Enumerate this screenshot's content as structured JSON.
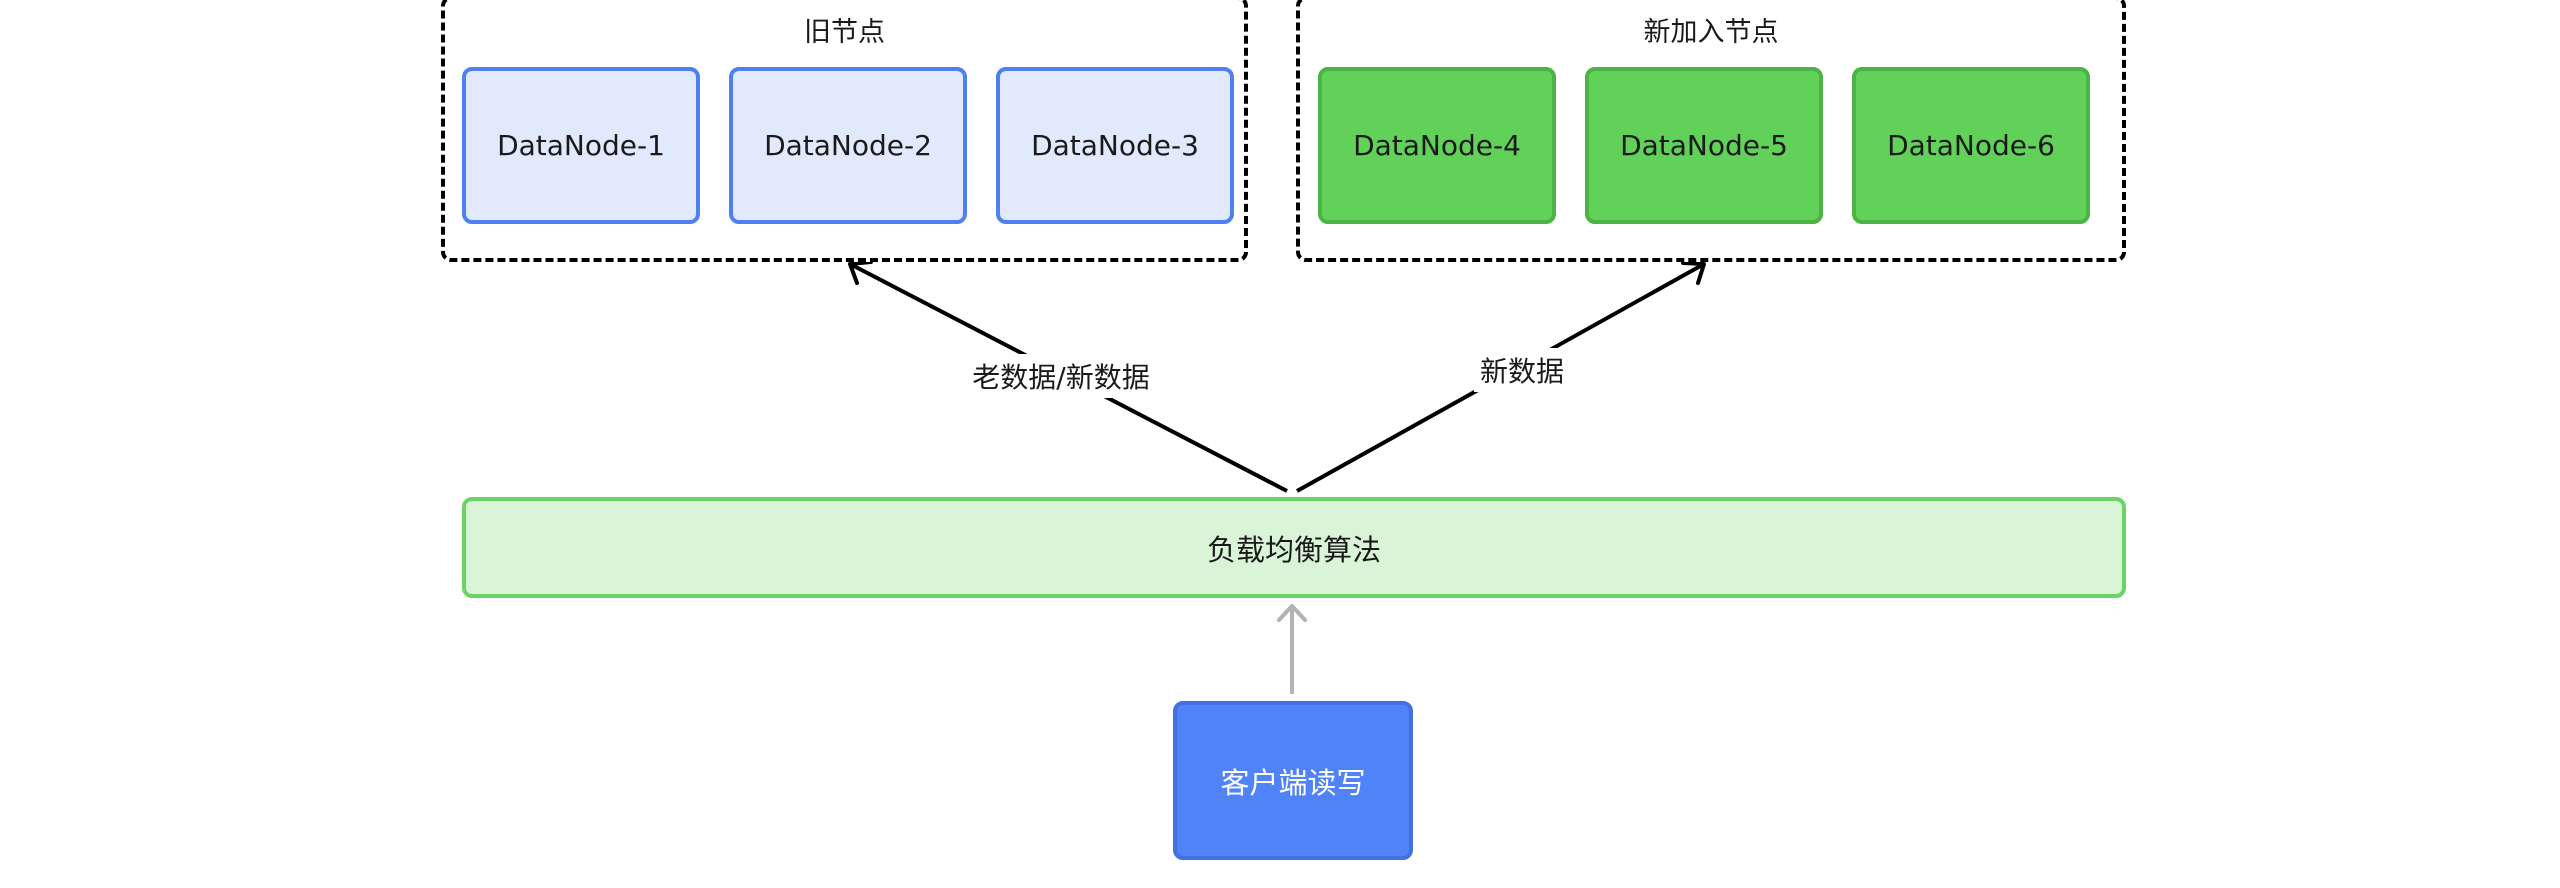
{
  "groups": {
    "old": {
      "title": "旧节点"
    },
    "new": {
      "title": "新加入节点"
    }
  },
  "nodes": {
    "old": [
      "DataNode-1",
      "DataNode-2",
      "DataNode-3"
    ],
    "new": [
      "DataNode-4",
      "DataNode-5",
      "DataNode-6"
    ]
  },
  "balancer": {
    "label": "负载均衡算法"
  },
  "client": {
    "label": "客户端读写"
  },
  "edges": {
    "to_old": {
      "label": "老数据/新数据"
    },
    "to_new": {
      "label": "新数据"
    }
  },
  "colors": {
    "old_node_fill": "#e1eafc",
    "old_node_border": "#4f7ff0",
    "new_node_fill": "#62d15a",
    "balancer_fill": "#d9f4d7",
    "balancer_border": "#6ad363",
    "client_fill": "#5183f8",
    "client_arrow": "#b3b3b3"
  }
}
